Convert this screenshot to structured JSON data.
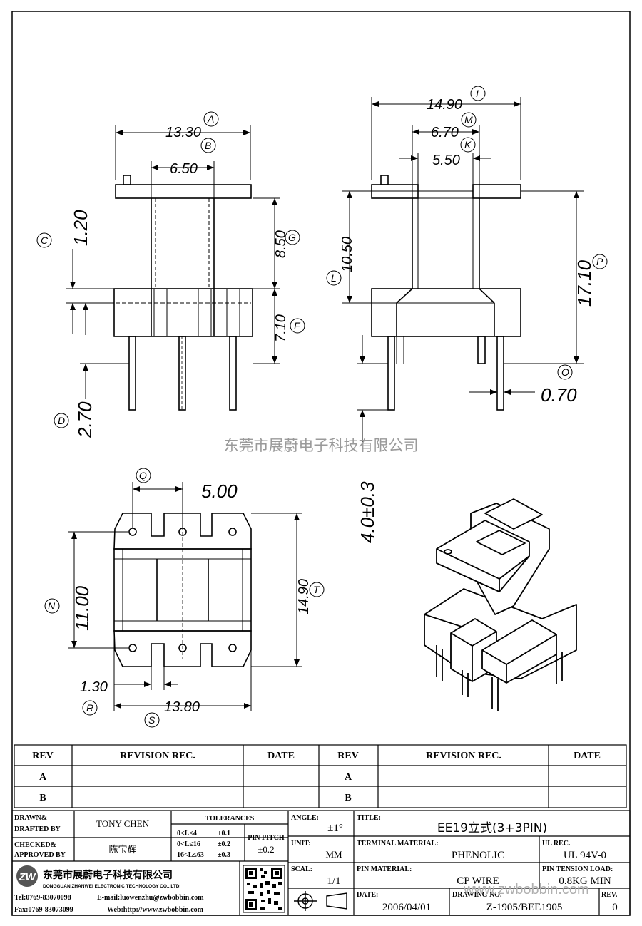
{
  "watermark": "东莞市展蔚电子科技有限公司",
  "dims": {
    "a_width": "13.30",
    "a_tag": "A",
    "b_tag": "B",
    "inner_650": "6.50",
    "c_tag": "C",
    "c_val": "1.20",
    "g_val": "8.50",
    "g_tag": "G",
    "f_val": "7.10",
    "f_tag": "F",
    "d_tag": "D",
    "d_val": "2.70",
    "i_val": "14.90",
    "i_tag": "I",
    "m_val": "6.70",
    "m_tag": "M",
    "k_val": "5.50",
    "k_tag": "K",
    "l_val": "10.50",
    "l_tag": "L",
    "p_val": "17.10",
    "p_tag": "P",
    "o_tag": "O",
    "o_val": "0.70",
    "q_tag": "Q",
    "q_val": "5.00",
    "n_tag": "N",
    "n_val": "11.00",
    "t_val": "14.90",
    "t_tag": "T",
    "r_val": "1.30",
    "r_tag": "R",
    "s_val": "13.80",
    "s_tag": "S",
    "pin_len": "4.0±0.3"
  },
  "revision": {
    "headers": [
      "REV",
      "REVISION REC.",
      "DATE",
      "REV",
      "REVISION REC.",
      "DATE"
    ],
    "rows": [
      [
        "A",
        "",
        "",
        "A",
        "",
        ""
      ],
      [
        "B",
        "",
        "",
        "B",
        "",
        ""
      ]
    ]
  },
  "titleblock": {
    "drawn_label_1": "DRAWN&",
    "drawn_label_2": "DRAFTED BY",
    "drawn_value": "TONY CHEN",
    "checked_label_1": "CHECKED&",
    "checked_label_2": "APPROVED BY",
    "checked_value": "陈宝辉",
    "tolerances_label": "TOLERANCES",
    "tol_rows": [
      {
        "range": "0<L≤4",
        "tol": "±0.1"
      },
      {
        "range": "0<L≤16",
        "tol": "±0.2"
      },
      {
        "range": "16<L≤63",
        "tol": "±0.3"
      }
    ],
    "pin_pitch_label": "PIN PITCH",
    "pin_pitch_value": "±0.2",
    "angle_label": "ANGLE:",
    "angle_value": "±1°",
    "unit_label": "UNIT:",
    "unit_value": "MM",
    "scale_label": "SCAL:",
    "scale_value": "1/1",
    "title_label": "TITLE:",
    "title_value": "EE19立式(3+3PIN)",
    "terminal_label": "TERMINAL MATERIAL:",
    "terminal_value": "PHENOLIC",
    "ul_label": "UL REC.",
    "ul_value": "UL 94V-0",
    "pin_material_label": "PIN MATERIAL:",
    "pin_material_value": "CP WIRE",
    "tension_label": "PIN TENSION LOAD:",
    "tension_value": "0.8KG MIN",
    "date_label": "DATE:",
    "date_value": "2006/04/01",
    "drawing_label": "DRAWING NO.",
    "drawing_value": "Z-1905/BEE1905",
    "rev_label": "REV.",
    "rev_value": "0",
    "company_cn": "东莞市展蔚电子科技有限公司",
    "company_en": "DONGGUAN ZHANWEI ELECTRONIC TECHNOLOGY CO., LTD.",
    "tel": "Tel:0769-83070098",
    "email": "E-mail:luowenzhu@zwbobbin.com",
    "fax": "Fax:0769-83073099",
    "web": "Web:http://www.zwbobbin.com",
    "web_watermark": "www.zwbobbin.com"
  }
}
